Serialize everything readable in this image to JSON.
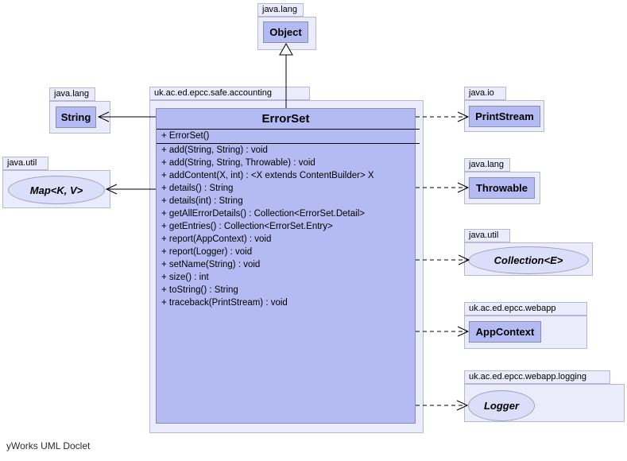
{
  "footer": "yWorks UML Doclet",
  "packages": {
    "object": {
      "name": "java.lang",
      "type_name": "Object"
    },
    "string": {
      "name": "java.lang",
      "type_name": "String"
    },
    "map": {
      "name": "java.util",
      "type_name": "Map<K, V>"
    },
    "printstream": {
      "name": "java.io",
      "type_name": "PrintStream"
    },
    "throwable": {
      "name": "java.lang",
      "type_name": "Throwable"
    },
    "collection": {
      "name": "java.util",
      "type_name": "Collection<E>"
    },
    "appcontext": {
      "name": "uk.ac.ed.epcc.webapp",
      "type_name": "AppContext"
    },
    "logger": {
      "name": "uk.ac.ed.epcc.webapp.logging",
      "type_name": "Logger"
    },
    "main": {
      "name": "uk.ac.ed.epcc.safe.accounting",
      "type_name": "ErrorSet",
      "constructor": "+ ErrorSet()",
      "methods": [
        "+ add(String, String) : void",
        "+ add(String, String, Throwable) : void",
        "+ addContent(X, int) : <X extends ContentBuilder> X",
        "+ details() : String",
        "+ details(int) : String",
        "+ getAllErrorDetails() : Collection<ErrorSet.Detail>",
        "+ getEntries() : Collection<ErrorSet.Entry>",
        "+ report(AppContext) : void",
        "+ report(Logger) : void",
        "+ setName(String) : void",
        "+ size() : int",
        "+ toString() : String",
        "+ traceback(PrintStream) : void"
      ]
    }
  },
  "relations": [
    {
      "from": "ErrorSet",
      "to": "Object",
      "kind": "generalization"
    },
    {
      "from": "ErrorSet",
      "to": "String",
      "kind": "association"
    },
    {
      "from": "ErrorSet",
      "to": "Map<K, V>",
      "kind": "association"
    },
    {
      "from": "ErrorSet",
      "to": "PrintStream",
      "kind": "dependency"
    },
    {
      "from": "ErrorSet",
      "to": "Throwable",
      "kind": "dependency"
    },
    {
      "from": "ErrorSet",
      "to": "Collection<E>",
      "kind": "dependency"
    },
    {
      "from": "ErrorSet",
      "to": "AppContext",
      "kind": "dependency"
    },
    {
      "from": "ErrorSet",
      "to": "Logger",
      "kind": "dependency"
    }
  ],
  "colors": {
    "class_fill": "#b4bbf2",
    "class_border": "#8a8cb0",
    "package_fill": "#eaebfb",
    "package_border": "#b8b9d1",
    "interface_fill": "#dbdef9",
    "line": "#000000",
    "background": "#ffffff"
  }
}
